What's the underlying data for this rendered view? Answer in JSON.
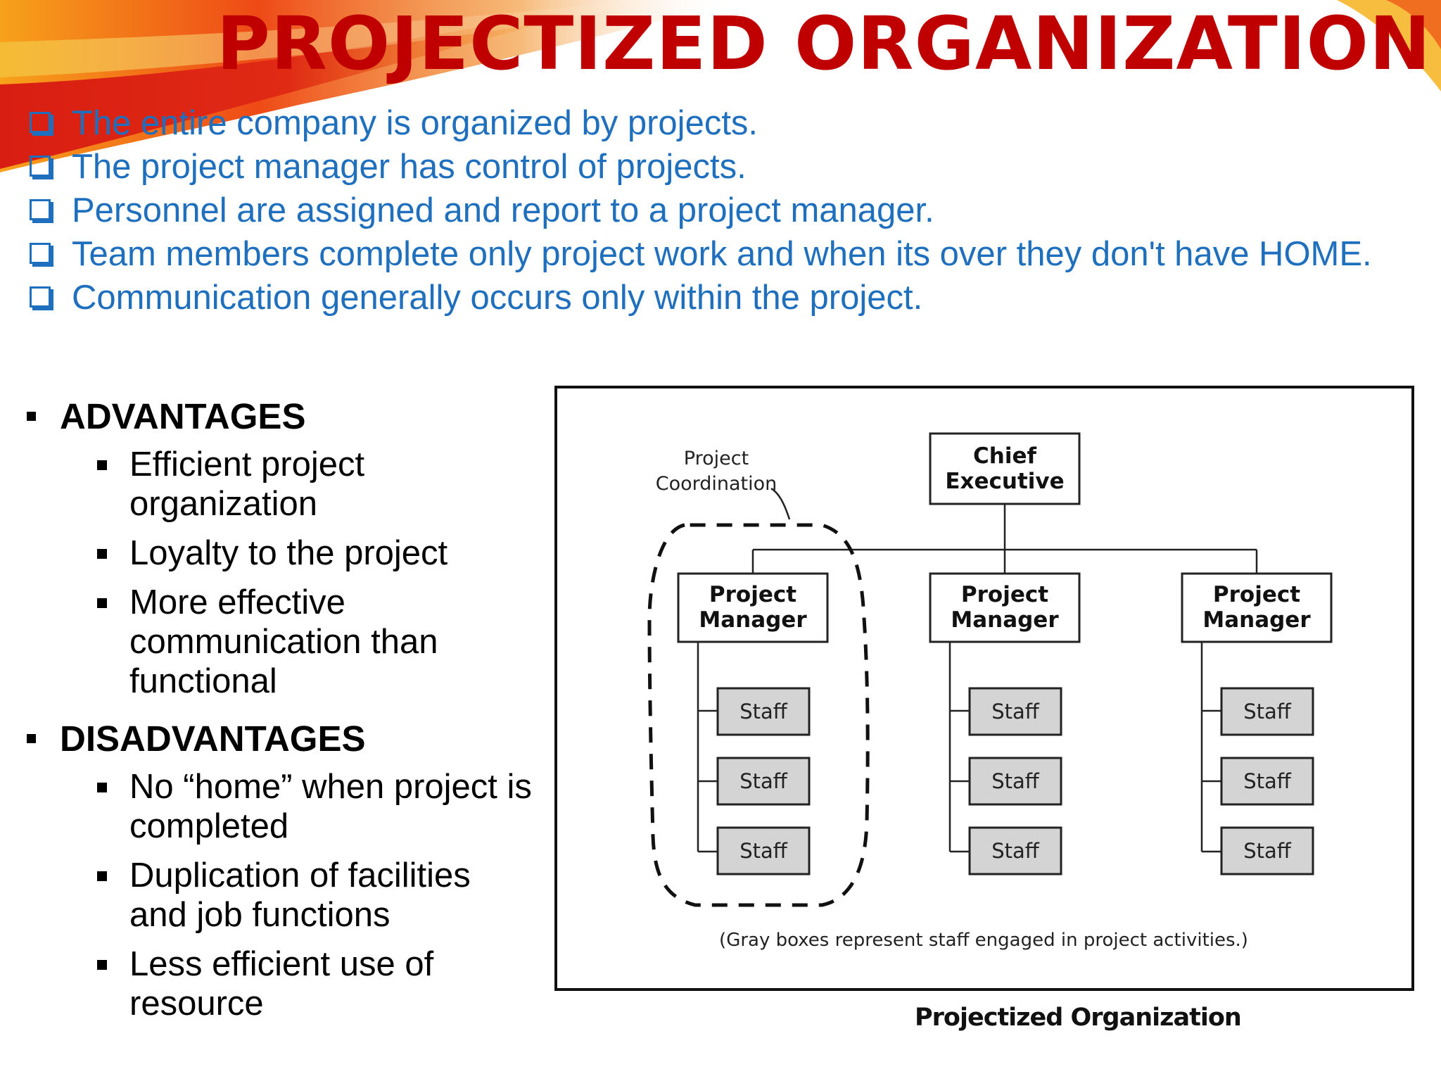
{
  "title": "PROJECTIZED ORGANIZATION",
  "intro_points": [
    "The entire company is organized by projects.",
    "The project manager has control of projects.",
    "Personnel are assigned and report to a project manager.",
    "Team members complete only project work and when its over they don't have HOME.",
    "Communication generally occurs only within the project."
  ],
  "advantages": {
    "heading": "ADVANTAGES",
    "items": [
      "Efficient project organization",
      "Loyalty to the project",
      "More effective communication than functional"
    ]
  },
  "disadvantages": {
    "heading": "DISADVANTAGES",
    "items": [
      "No “home” when project is completed",
      "Duplication of facilities and job functions",
      "Less efficient use of resource"
    ]
  },
  "diagram": {
    "chief": [
      "Chief",
      "Executive"
    ],
    "coordination": [
      "Project",
      "Coordination"
    ],
    "manager": [
      "Project",
      "Manager"
    ],
    "staff": "Staff",
    "note": "(Gray boxes represent staff engaged in project activities.)",
    "caption": "Projectized Organization"
  },
  "colors": {
    "title": "#c00000",
    "body_text": "#1f6fbf",
    "staff_fill": "#d4d4d4"
  }
}
